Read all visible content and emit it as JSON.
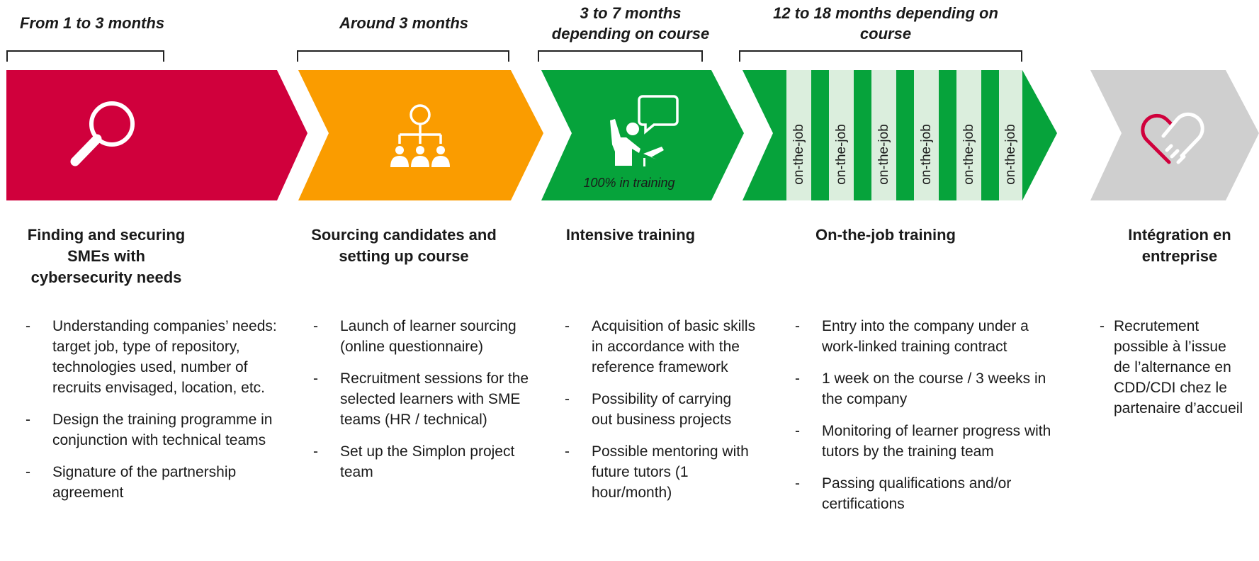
{
  "durations": {
    "d1": "From 1 to 3 months",
    "d2": "Around 3 months",
    "d3": "3 to 7 months depending on course",
    "d4": "12 to 18 months depending on course"
  },
  "colors": {
    "stage1": "#d0003c",
    "stage2": "#fa9c00",
    "stage3": "#06a33b",
    "stage4": "#06a33b",
    "stage4_stripe": "#dbeedd",
    "stage5": "#cfcfcf",
    "handshake": "#d0003c"
  },
  "icons": {
    "stage1": "magnifier-icon",
    "stage2": "org-chart-people-icon",
    "stage3": "teacher-speech-bubble-icon",
    "stage5": "handshake-heart-icon"
  },
  "stage3_caption": "100% in training",
  "onthejob_label": "on-the-job",
  "titles": {
    "s1": "Finding and securing SMEs with cybersecurity needs",
    "s2": "Sourcing candidates and setting up course",
    "s3": "Intensive training",
    "s4": "On-the-job training",
    "s5": "Intégration en entreprise"
  },
  "bullets": {
    "s1": [
      "Understanding companies’ needs: target job, type of repository, technologies used, number of recruits envisaged, location, etc.",
      "Design the training programme in conjunction with technical teams",
      "Signature of the partnership agreement"
    ],
    "s2": [
      "Launch of learner sourcing (online questionnaire)",
      "Recruitment sessions for the selected learners with SME teams (HR / technical)",
      "Set up the Simplon project team"
    ],
    "s3": [
      "Acquisition of basic skills in accordance with the reference framework",
      "Possibility of carrying out business projects",
      "Possible mentoring with future tutors (1 hour/month)"
    ],
    "s4": [
      "Entry into the company under a work-linked training contract",
      "1 week on the course / 3 weeks in the company",
      "Monitoring of learner progress with tutors by the training team",
      "Passing qualifications and/or certifications"
    ],
    "s5": [
      "Recrutement possible à l’issue de l’alternance en CDD/CDI chez le partenaire d’accueil"
    ]
  },
  "dash": "-"
}
